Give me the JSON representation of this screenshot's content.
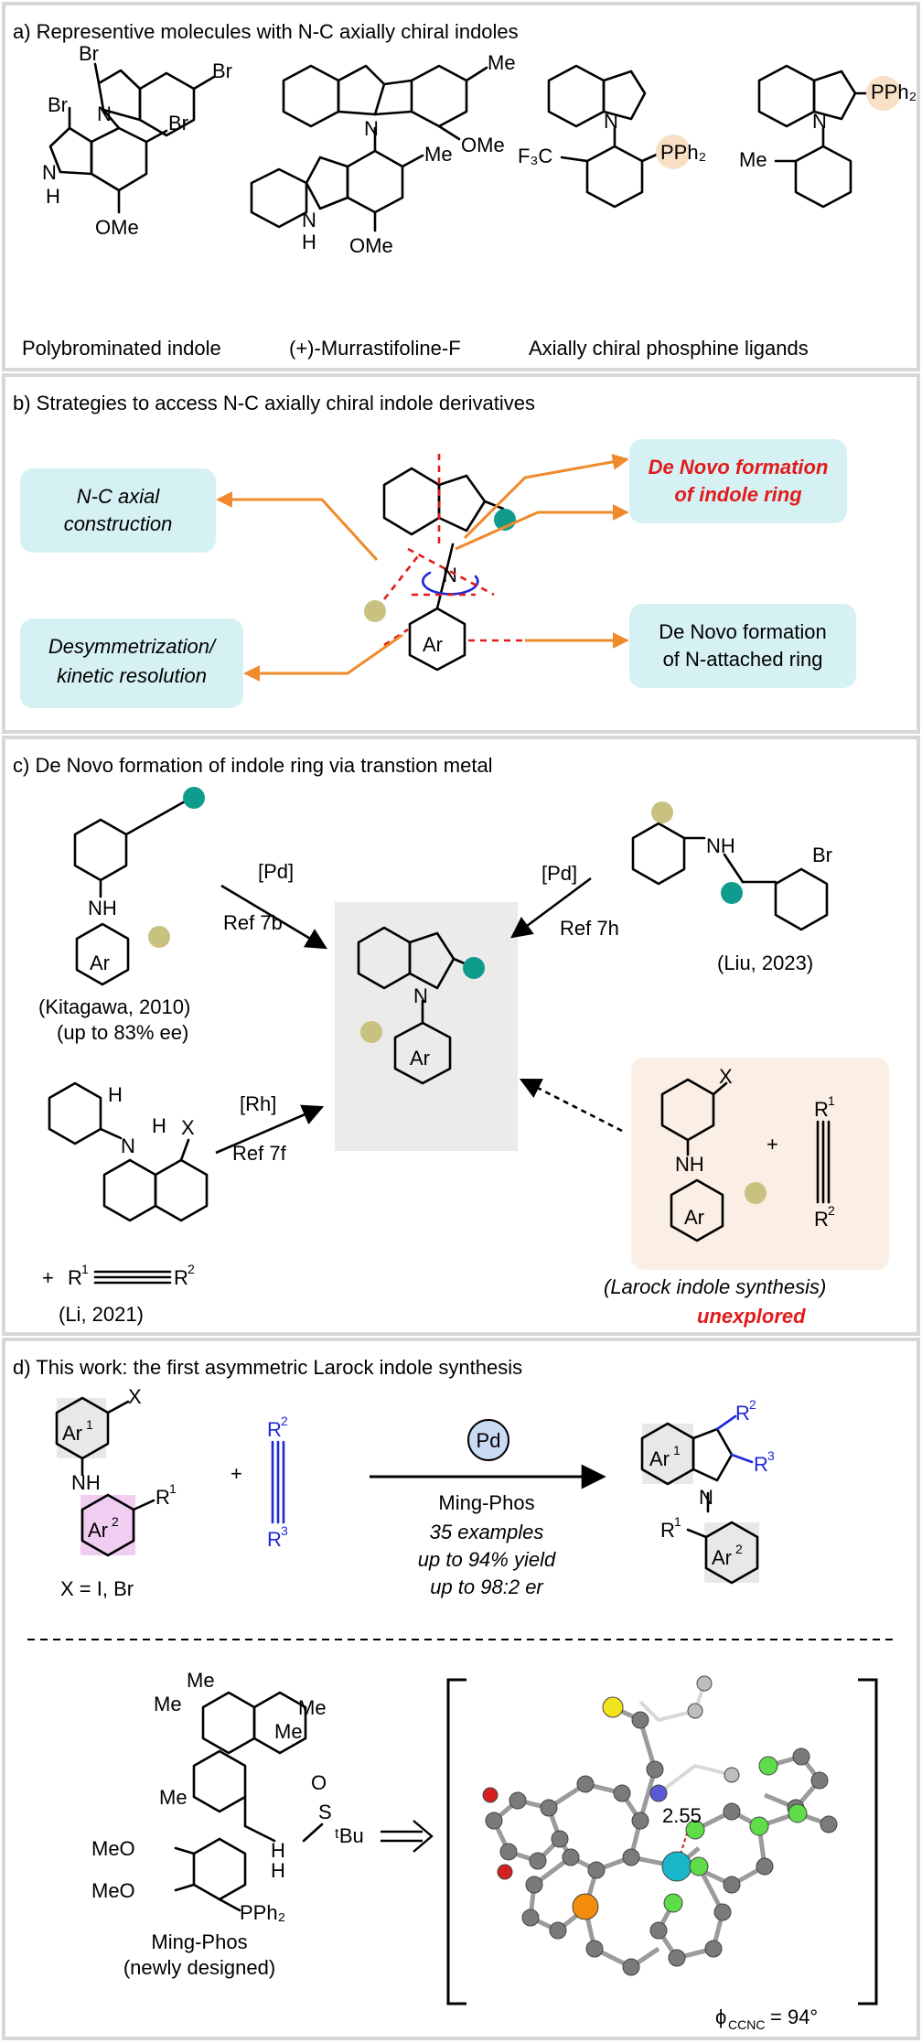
{
  "panel_a": {
    "title": "a) Representive molecules with N-C axially chiral indoles",
    "captions": [
      "Polybrominated indole",
      "(+)-Murrastifoline-F",
      "Axially chiral phosphine ligands"
    ],
    "atoms": {
      "br": "Br",
      "n": "N",
      "nh": "H",
      "ome": "OMe",
      "me": "Me",
      "cf3": "F₃C",
      "pph2": "PPh₂"
    }
  },
  "panel_b": {
    "title": "b) Strategies to access N-C axially chiral indole derivatives",
    "box_nc_axial": [
      "N-C axial",
      "construction"
    ],
    "box_denovo_indole": [
      "De Novo formation",
      "of indole ring"
    ],
    "box_desym": [
      "Desymmetrization/",
      "kinetic resolution"
    ],
    "box_denovo_n": [
      "De Novo formation",
      "of N-attached ring"
    ],
    "ar": "Ar",
    "n": "N"
  },
  "panel_c": {
    "title": "c) De Novo formation of indole ring via transtion metal",
    "cat_pd": "[Pd]",
    "cat_rh": "[Rh]",
    "ref_7b": "Ref 7b",
    "ref_7h": "Ref 7h",
    "ref_7f": "Ref 7f",
    "kitagawa": "(Kitagawa, 2010)",
    "kitagawa_ee": "(up to 83% ee)",
    "liu": "(Liu, 2023)",
    "li": "(Li, 2021)",
    "larock": "(Larock indole synthesis)",
    "unexplored": "unexplored",
    "nh": "NH",
    "n": "N",
    "h": "H",
    "x": "X",
    "br": "Br",
    "ar": "Ar",
    "plus": "+",
    "r1": "R",
    "r2": "R",
    "sup1": "1",
    "sup2": "2"
  },
  "panel_d": {
    "title": "d) This work: the first asymmetric Larock indole synthesis",
    "x_label": "X = I, Br",
    "ligand": "Ming-Phos",
    "examples": "35 examples",
    "yield": "up to 94% yield",
    "er": "up to 98:2 er",
    "pd": "Pd",
    "ar": "Ar",
    "sup1": "1",
    "sup2": "2",
    "sup3": "3",
    "r": "R",
    "nh": "NH",
    "n": "N",
    "x": "X",
    "plus": "+",
    "ming_phos": "Ming-Phos",
    "newly": "(newly designed)",
    "me": "Me",
    "meo": "MeO",
    "o": "O",
    "s": "S",
    "tbu": "ᵗBu",
    "h": "H",
    "pph2": "PPh₂",
    "dist": "2.55",
    "phi": "ϕ",
    "phi_sub": "CCNC",
    "phi_val": "= 94°",
    "colors": {
      "metal": "#19b5c8",
      "phos": "#f28c0a",
      "green": "#5fdc4a",
      "red": "#d62020",
      "sulfur": "#f2e41c",
      "nitrogen": "#5a5ad6"
    }
  }
}
